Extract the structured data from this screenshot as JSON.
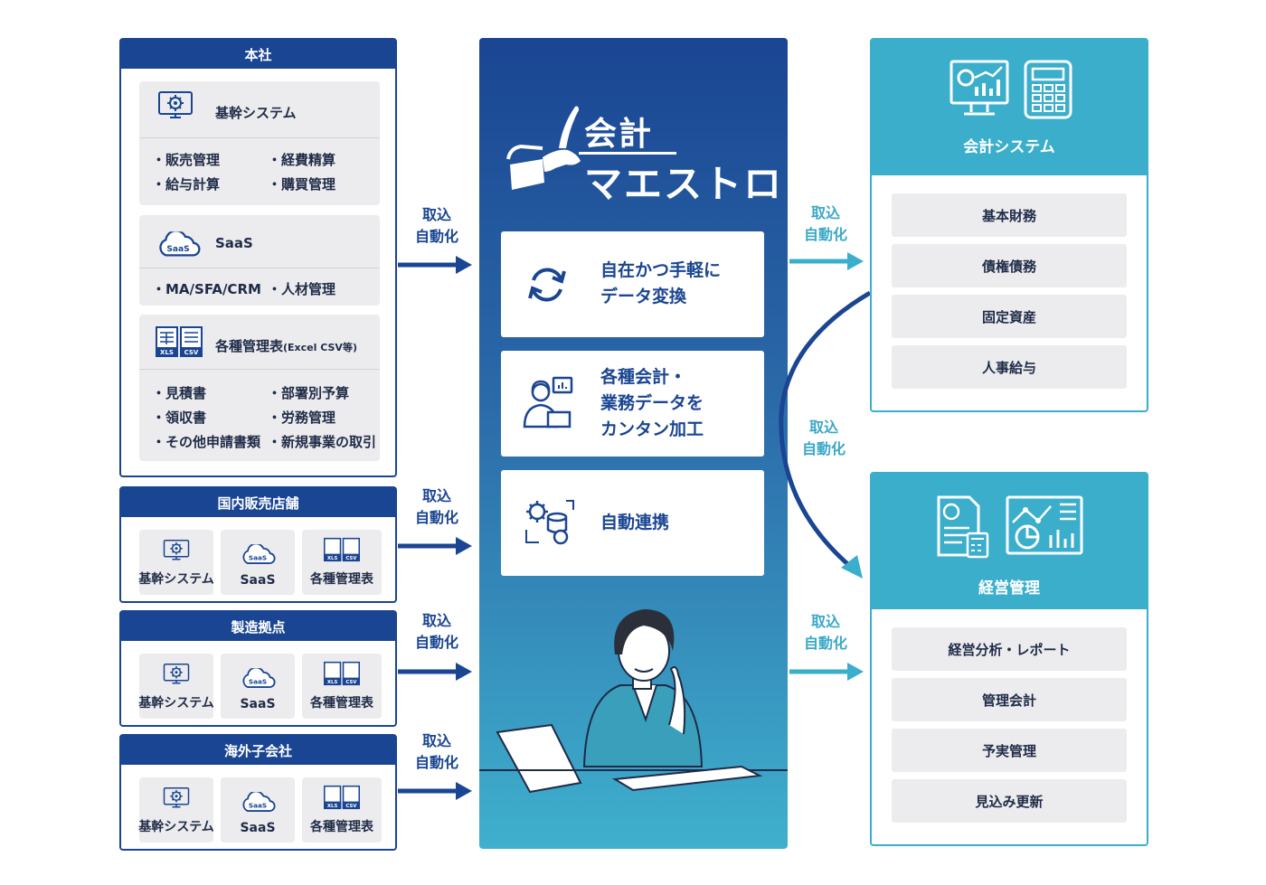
{
  "hq": {
    "title": "本社",
    "core": {
      "title": "基幹システム",
      "items": [
        "・販売管理",
        "・経費精算",
        "・給与計算",
        "・購買管理"
      ]
    },
    "saas": {
      "title": "SaaS",
      "items": [
        "・MA/SFA/CRM",
        "・人材管理"
      ]
    },
    "sheets": {
      "title": "各種管理表",
      "title_note": "(Excel CSV等)",
      "items": [
        "・見積書",
        "・部署別予算",
        "・領収書",
        "・労務管理",
        "・その他申請書類",
        "・新規事業の取引"
      ]
    }
  },
  "branches": [
    {
      "title": "国内販売店舗"
    },
    {
      "title": "製造拠点"
    },
    {
      "title": "海外子会社"
    }
  ],
  "mini_labels": {
    "core": "基幹システム",
    "saas": "SaaS",
    "sheets": "各種管理表"
  },
  "icon_text": {
    "saas": "SaaS",
    "xls": "XLS",
    "csv": "CSV"
  },
  "arrow_label": {
    "line1": "取込",
    "line2": "自動化"
  },
  "center": {
    "logo_line1": "会計",
    "logo_line2": "マエストロ",
    "features": [
      {
        "lines": [
          "自在かつ手軽に",
          "データ変換"
        ],
        "icon": "sync-icon"
      },
      {
        "lines": [
          "各種会計・",
          "業務データを",
          "カンタン加工"
        ],
        "icon": "worker-icon"
      },
      {
        "lines": [
          "自動連携"
        ],
        "icon": "gear-database-icon"
      }
    ]
  },
  "accounting": {
    "title": "会計システム",
    "items": [
      "基本財務",
      "債権債務",
      "固定資産",
      "人事給与"
    ]
  },
  "management": {
    "title": "経営管理",
    "items": [
      "経営分析・レポート",
      "管理会計",
      "予実管理",
      "見込み更新"
    ]
  },
  "colors": {
    "navy": "#1a4592",
    "teal": "#3aaecb",
    "card": "#ececee",
    "text": "#1f2b47"
  }
}
